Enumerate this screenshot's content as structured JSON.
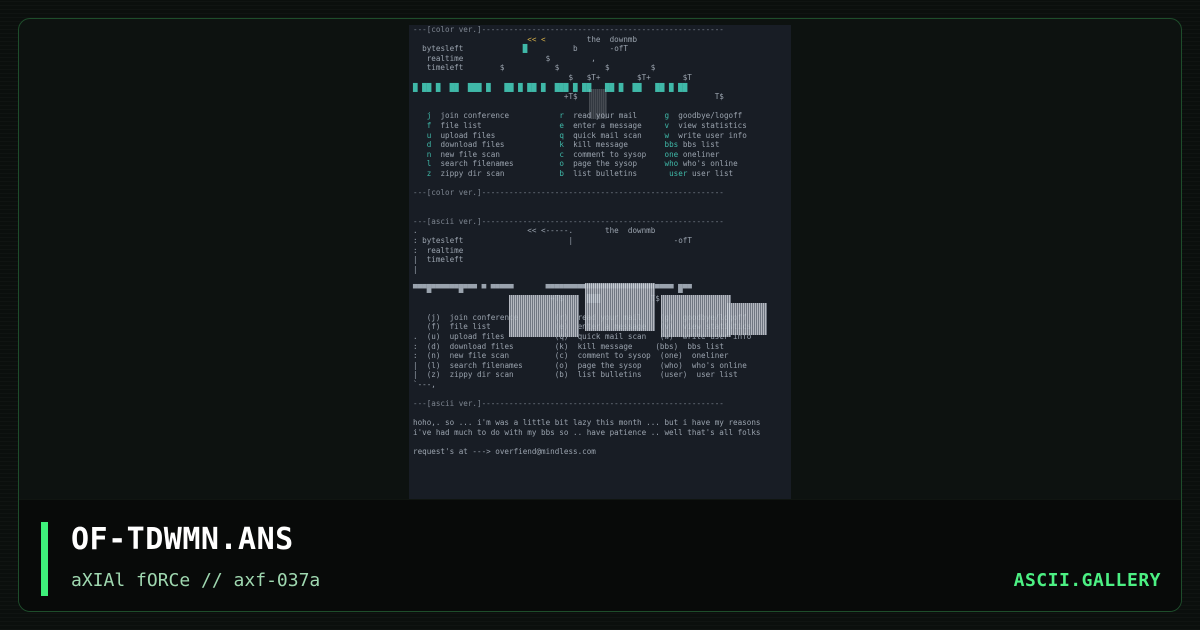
{
  "colors": {
    "accent": "#3ef07a",
    "background": "#0b0f0d",
    "art_bg": "#181d25"
  },
  "art": {
    "color_header": "---[color ver.]-----------------------------------------------------",
    "ascii_header": "---[ascii ver.]-----------------------------------------------------",
    "logo_line": "the  downmb",
    "stats": [
      "bytesleft",
      "realtime",
      "timeleft"
    ],
    "of_tag": "-ofT",
    "menu": [
      {
        "k1": "j",
        "l1": "join conference",
        "k2": "r",
        "l2": "read your mail",
        "k3": "g",
        "l3": "goodbye/logoff"
      },
      {
        "k1": "f",
        "l1": "file list",
        "k2": "e",
        "l2": "enter a message",
        "k3": "v",
        "l3": "view statistics"
      },
      {
        "k1": "u",
        "l1": "upload files",
        "k2": "q",
        "l2": "quick mail scan",
        "k3": "w",
        "l3": "write user info"
      },
      {
        "k1": "d",
        "l1": "download files",
        "k2": "k",
        "l2": "kill message",
        "k3": "bbs",
        "l3": "bbs list"
      },
      {
        "k1": "n",
        "l1": "new file scan",
        "k2": "c",
        "l2": "comment to sysop",
        "k3": "one",
        "l3": "oneliner"
      },
      {
        "k1": "l",
        "l1": "search filenames",
        "k2": "o",
        "l2": "page the sysop",
        "k3": "who",
        "l3": "who's online"
      },
      {
        "k1": "z",
        "l1": "zippy dir scan",
        "k2": "b",
        "l2": "list bulletins",
        "k3": "user",
        "l3": "user list"
      }
    ],
    "footer_msg_1": "hoho,. so ... i'm was a little bit lazy this month ... but i have my reasons",
    "footer_msg_2": "i've had much to do with my bbs so .. have patience .. well that's all folks",
    "footer_req": "request's at ---> overfiend@mindless.com"
  },
  "info": {
    "title": "OF-TDWMN.ANS",
    "subtitle": "aXIAl fORCe // axf-037a",
    "brand": "ASCII.GALLERY"
  }
}
